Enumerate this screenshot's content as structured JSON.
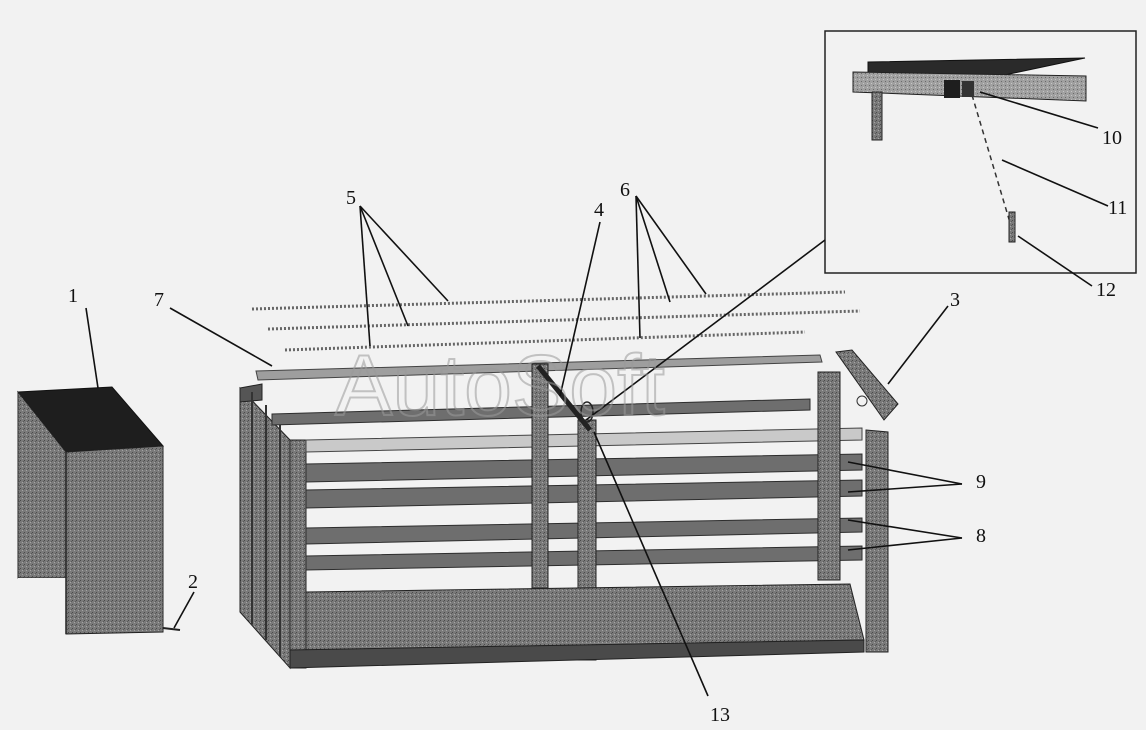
{
  "watermark": "AutoSoft",
  "labels": {
    "l1": "1",
    "l2": "2",
    "l3": "3",
    "l4": "4",
    "l5": "5",
    "l6": "6",
    "l7": "7",
    "l8": "8",
    "l9": "9",
    "l10": "10",
    "l11": "11",
    "l12": "12",
    "l13": "13"
  }
}
